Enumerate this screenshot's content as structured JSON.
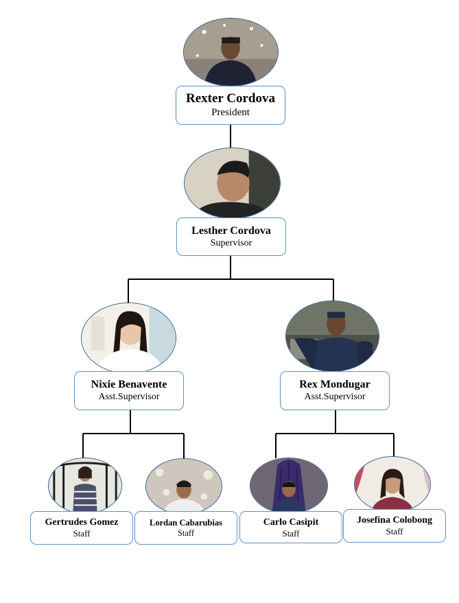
{
  "org_chart": {
    "members": [
      {
        "id": "rexter",
        "name": "Rexter Cordova",
        "role": "President",
        "reports_to": null
      },
      {
        "id": "lesther",
        "name": "Lesther Cordova",
        "role": "Supervisor",
        "reports_to": "rexter"
      },
      {
        "id": "nixie",
        "name": "Nixie Benavente",
        "role": "Asst.Supervisor",
        "reports_to": "lesther"
      },
      {
        "id": "rex",
        "name": "Rex Mondugar",
        "role": "Asst.Supervisor",
        "reports_to": "lesther"
      },
      {
        "id": "gertrudes",
        "name": "Gertrudes Gomez",
        "role": "Staff",
        "reports_to": "nixie"
      },
      {
        "id": "lordan",
        "name": "Lordan Cabarubias",
        "role": "Staff",
        "reports_to": "nixie"
      },
      {
        "id": "carlo",
        "name": "Carlo Casipit",
        "role": "Staff",
        "reports_to": "rex"
      },
      {
        "id": "josefina",
        "name": "Josefina Colobong",
        "role": "Staff",
        "reports_to": "rex"
      }
    ]
  },
  "colors": {
    "card_border": "#5b8fc7",
    "photo_border": "#2f5a8f",
    "connector": "#000000"
  }
}
